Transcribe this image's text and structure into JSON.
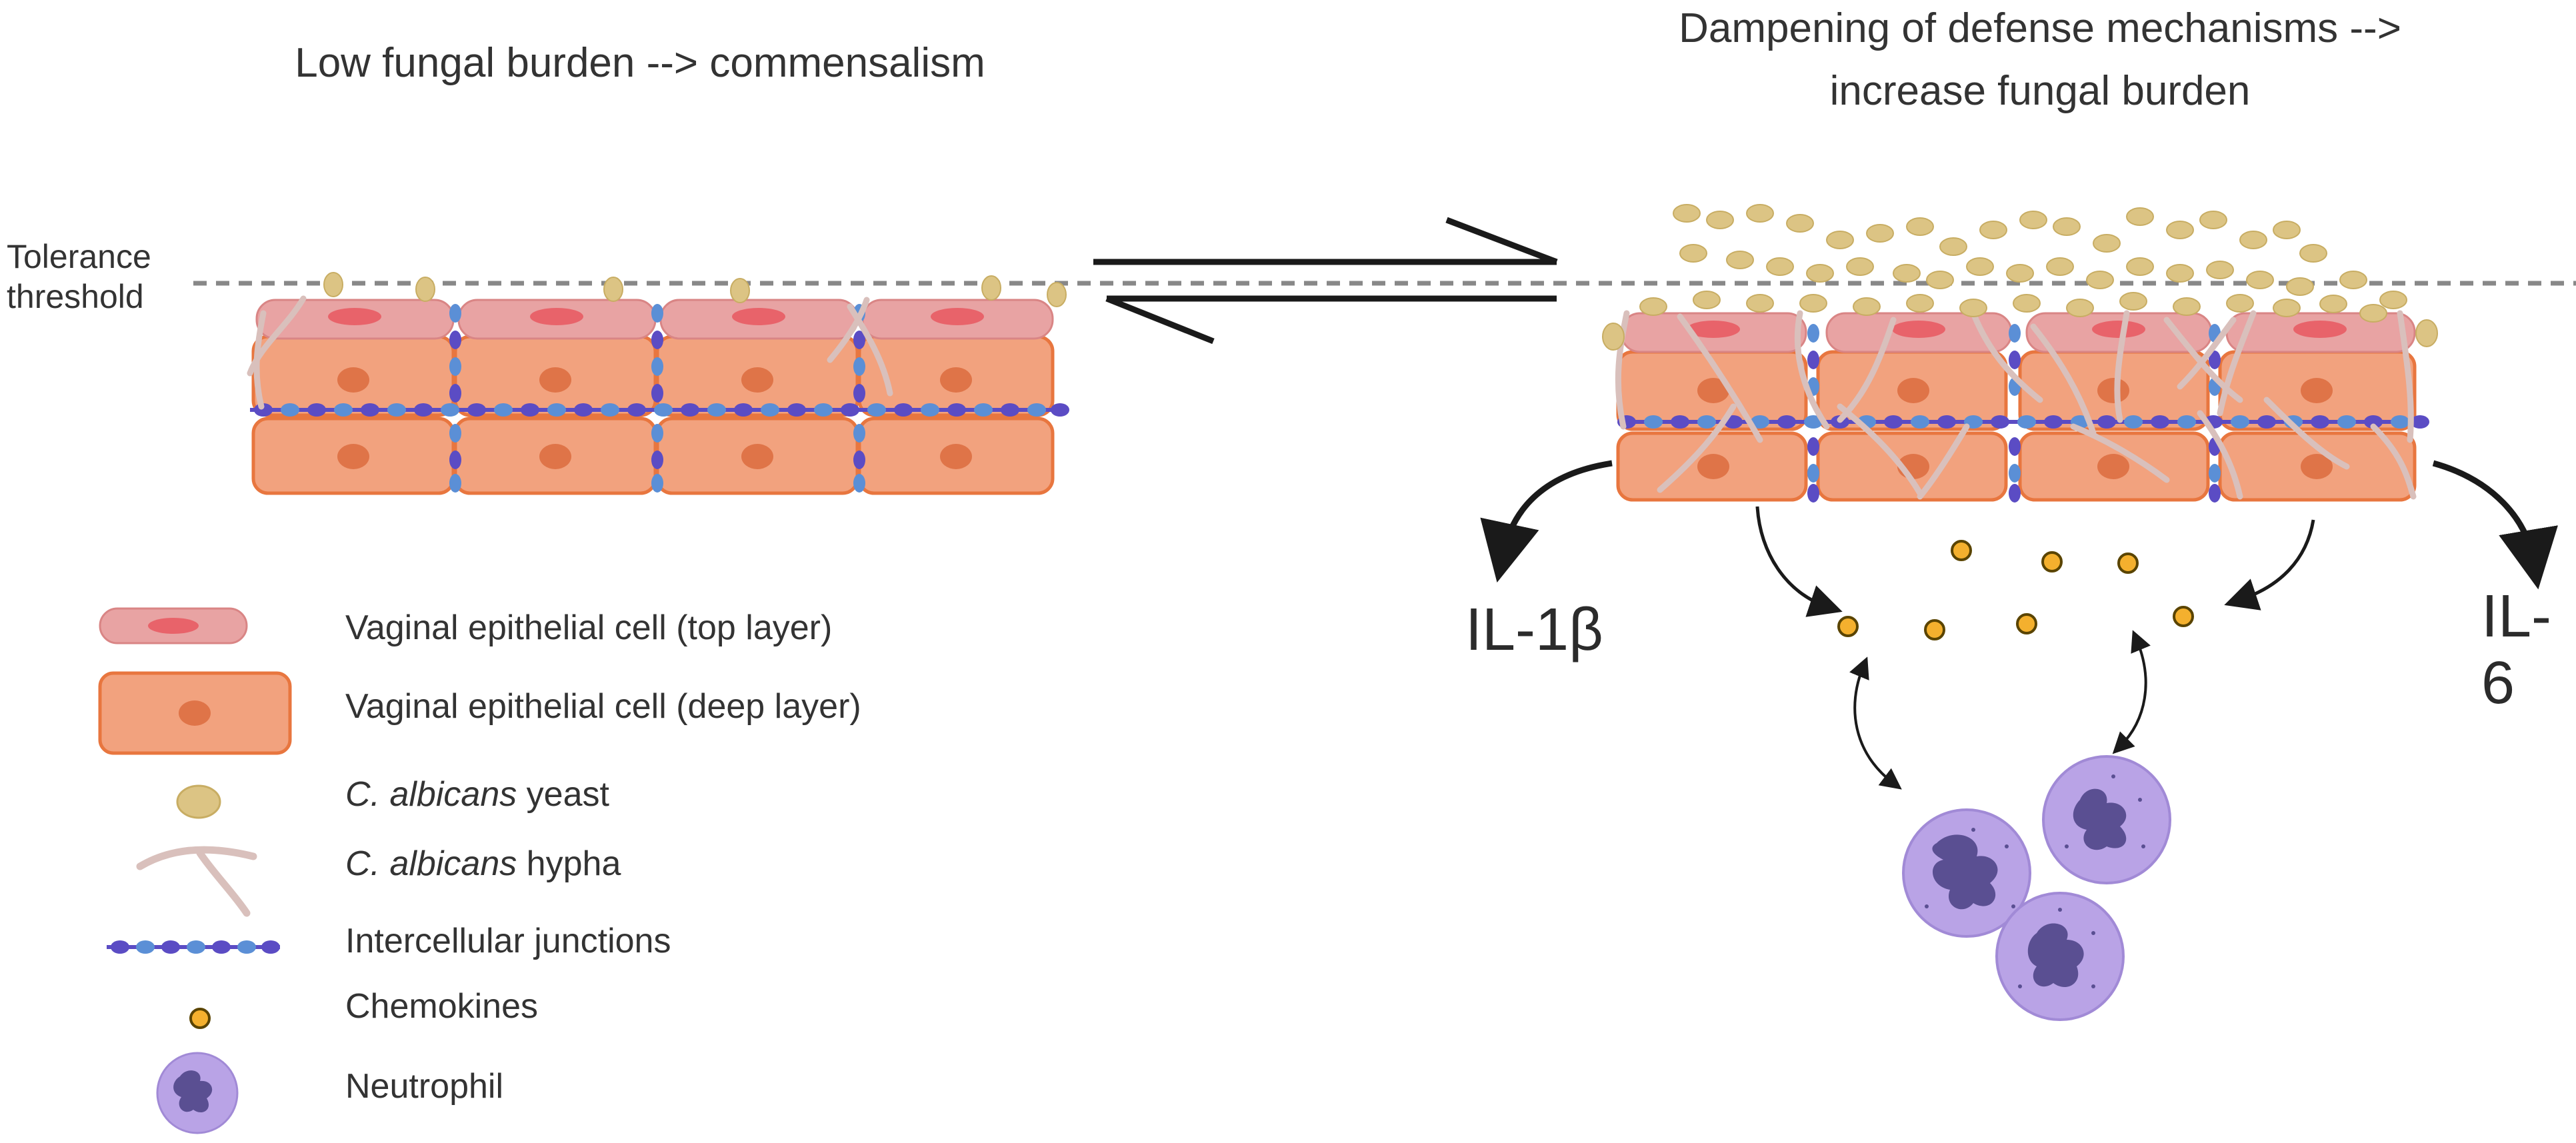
{
  "left_panel": {
    "title": "Low fungal burden --> commensalism"
  },
  "right_panel": {
    "title_line1": "Dampening of defense mechanisms -->",
    "title_line2": "increase fungal burden"
  },
  "threshold": {
    "line1": "Tolerance",
    "line2": "threshold"
  },
  "cytokines": {
    "left": "IL-1β",
    "right": "IL-6"
  },
  "legend": {
    "top_cell": "Vaginal epithelial cell (top layer)",
    "deep_cell": "Vaginal epithelial cell (deep layer)",
    "yeast_italic": "C. albicans",
    "yeast_rest": " yeast",
    "hypha_italic": "C. albicans",
    "hypha_rest": " hypha",
    "junctions": "Intercellular junctions",
    "chemokines": "Chemokines",
    "neutrophil": "Neutrophil"
  },
  "colors": {
    "top_cell_fill": "#e8a3a3",
    "top_cell_nucleus": "#e8636a",
    "deep_cell_fill": "#f2a27e",
    "deep_cell_stroke": "#e8763f",
    "deep_cell_nucleus": "#df7448",
    "yeast": "#dcc484",
    "hypha": "#d9c0bc",
    "junction_purple": "#5b4cc4",
    "junction_blue": "#5b8fd6",
    "chemokine": "#f4b02e",
    "neutrophil_fill": "#b9a3e6",
    "neutrophil_nucleus": "#5a4f92",
    "threshold_line": "#888888"
  }
}
